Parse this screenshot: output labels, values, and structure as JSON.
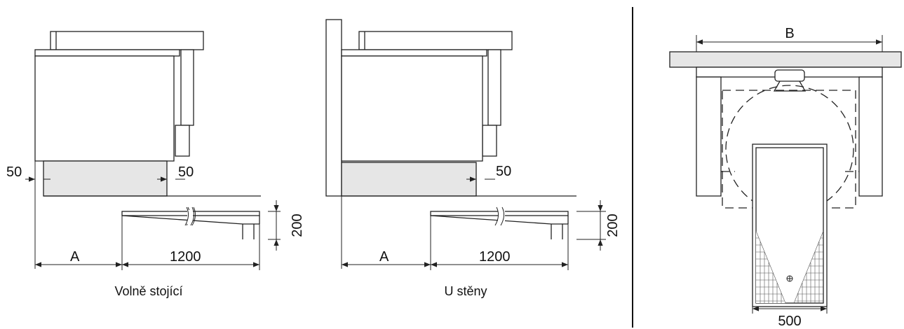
{
  "views": {
    "free_standing": {
      "caption": "Volně stojící",
      "dim_left_gap": "50",
      "dim_right_gap": "50",
      "dim_a": "A",
      "dim_length": "1200",
      "dim_height": "200"
    },
    "wall": {
      "caption": "U stěny",
      "dim_right_gap": "50",
      "dim_a": "A",
      "dim_length": "1200",
      "dim_height": "200"
    },
    "top": {
      "dim_b": "B",
      "dim_width": "500"
    }
  }
}
